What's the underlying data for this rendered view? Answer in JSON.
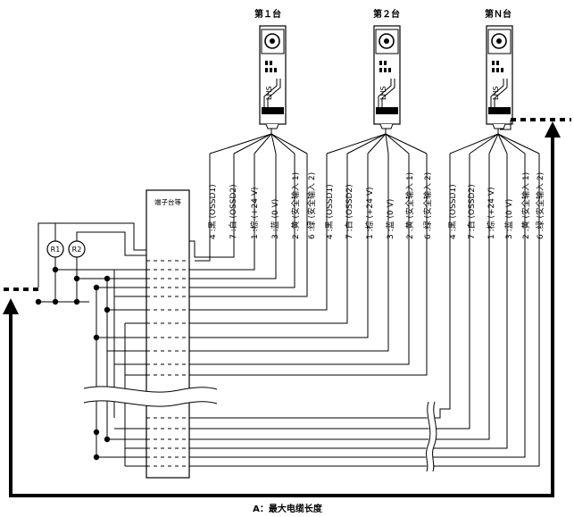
{
  "units": [
    {
      "label": "第１台",
      "device": "LHS"
    },
    {
      "label": "第２台",
      "device": "LHS"
    },
    {
      "label": "第Ｎ台",
      "device": "LHS"
    }
  ],
  "wires": [
    "4 :黑 (OSSD1)",
    "7 :白 (OSSD2)",
    "1 :棕 (+24 V)",
    "3 :蓝 (0 V)",
    "2 :黄 (安全输入 1)",
    "6 :绿 (安全输入 2)"
  ],
  "terminal_block_label": "端子台等",
  "resistors": [
    "R1",
    "R2"
  ],
  "dimension_label": "A：最大电缆长度"
}
